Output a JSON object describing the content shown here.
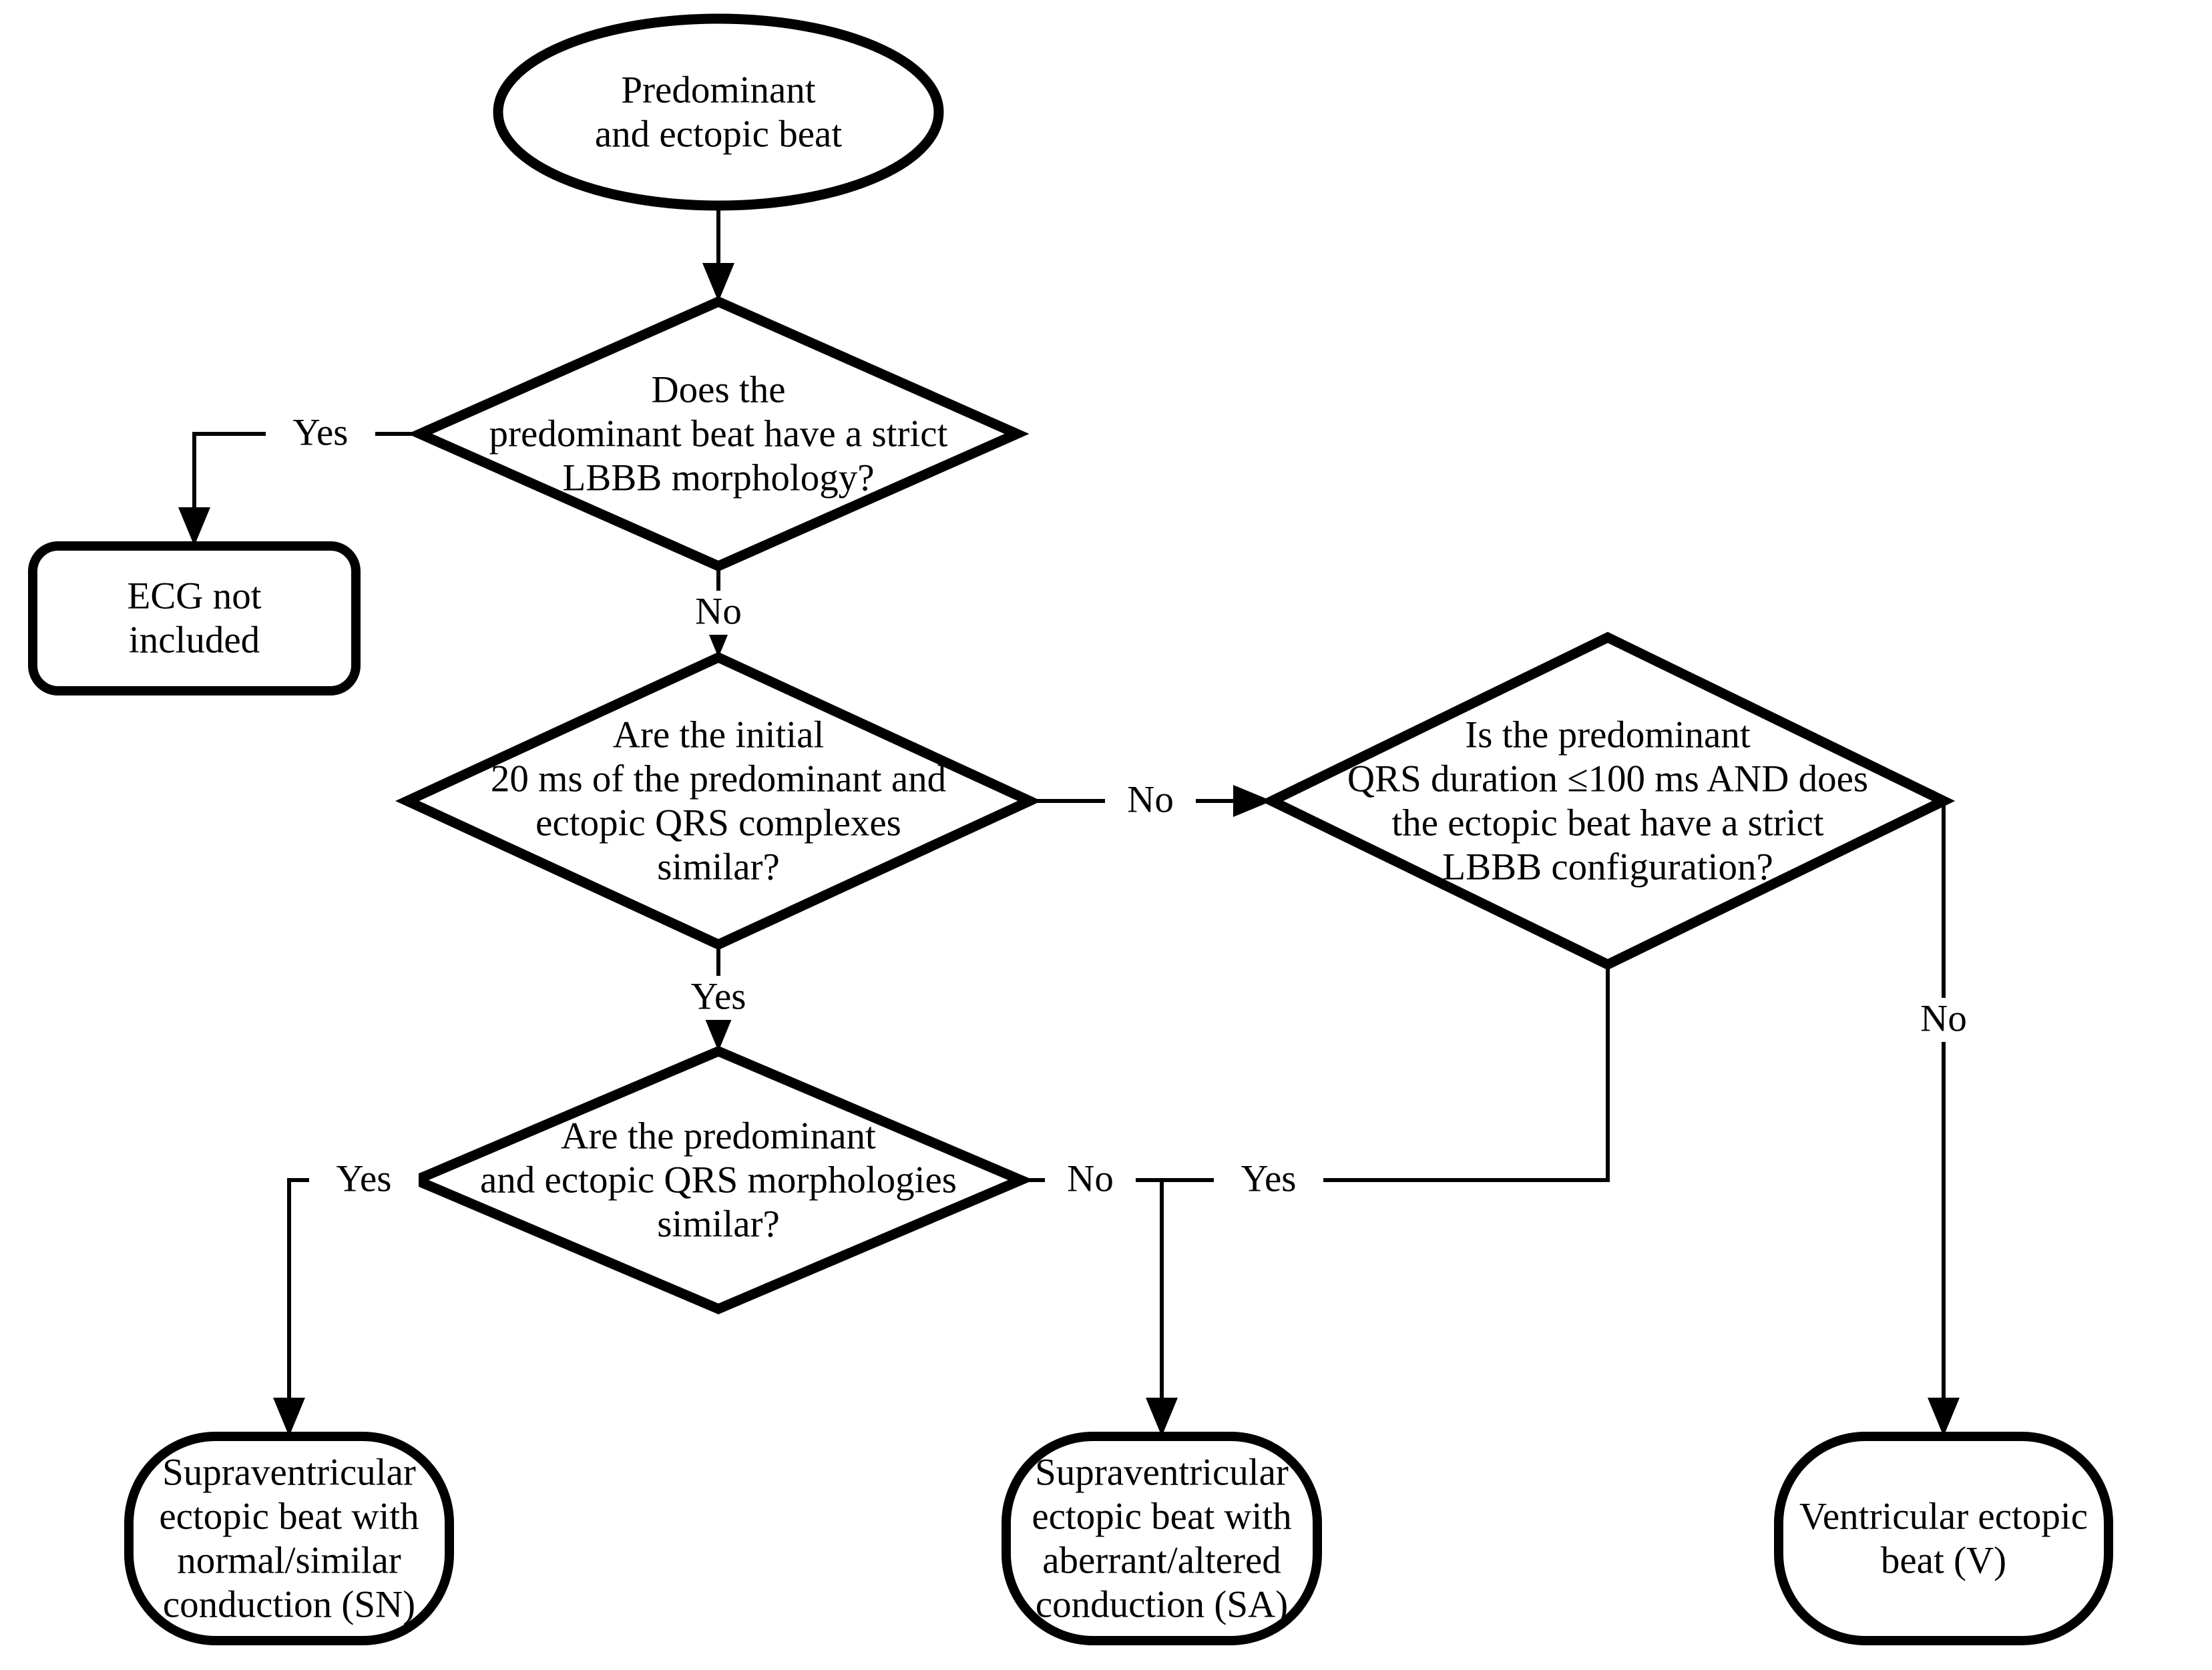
{
  "figure": {
    "type": "flowchart",
    "background_color": "#ffffff",
    "ink_color": "#000000"
  },
  "nodes": {
    "start": {
      "shape": "ellipse",
      "lines": [
        "Predominant",
        "and ectopic beat"
      ]
    },
    "lbbb_check": {
      "shape": "decision",
      "lines": [
        "Does the",
        "predominant beat have a strict",
        "LBBB morphology?"
      ]
    },
    "ecg_excluded": {
      "shape": "rounded-rect",
      "lines": [
        "ECG not",
        "included"
      ]
    },
    "initial20ms_check": {
      "shape": "decision",
      "lines": [
        "Are the initial",
        "20 ms of the predominant and",
        "ectopic QRS complexes",
        "similar?"
      ]
    },
    "qrs_duration_check": {
      "shape": "decision",
      "lines": [
        "Is the predominant",
        "QRS duration ≤100 ms AND does",
        "the ectopic beat have a strict",
        "LBBB configuration?"
      ]
    },
    "morphology_check": {
      "shape": "decision",
      "lines": [
        "Are the predominant",
        "and ectopic QRS morphologies",
        "similar?"
      ]
    },
    "sn_outcome": {
      "shape": "terminal",
      "lines": [
        "Supraventricular",
        "ectopic beat with",
        "normal/similar",
        "conduction (SN)"
      ]
    },
    "sa_outcome": {
      "shape": "terminal",
      "lines": [
        "Supraventricular",
        "ectopic beat with",
        "aberrant/altered",
        "conduction (SA)"
      ]
    },
    "v_outcome": {
      "shape": "terminal",
      "lines": [
        "Ventricular ectopic",
        "beat (V)"
      ]
    }
  },
  "edge_labels": {
    "lbbb_yes": "Yes",
    "lbbb_no": "No",
    "initial_no": "No",
    "initial_yes": "Yes",
    "morph_yes": "Yes",
    "morph_no": "No",
    "qrs_yes": "Yes",
    "qrs_no": "No"
  }
}
